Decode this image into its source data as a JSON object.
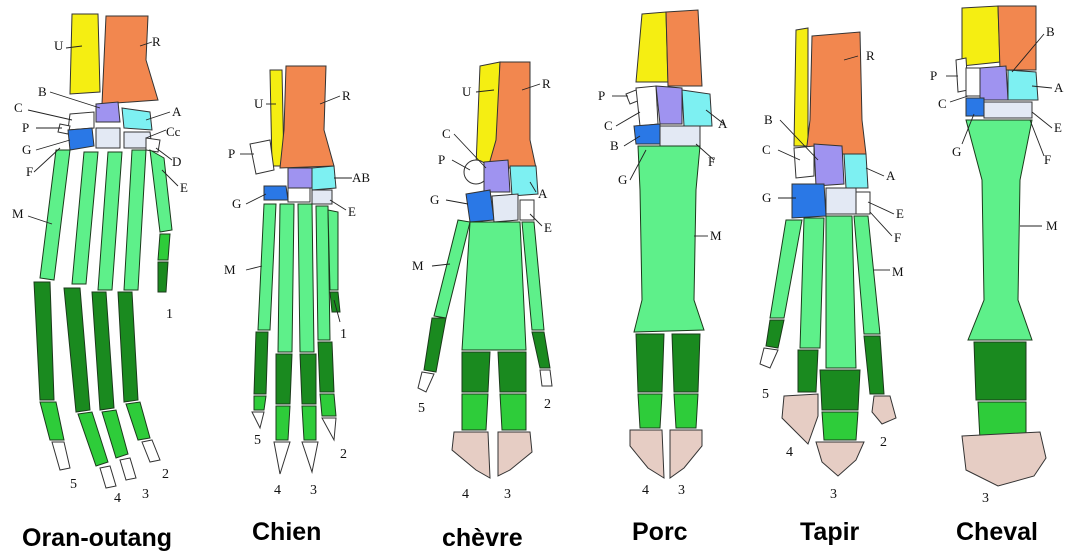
{
  "colors": {
    "ulna": "#f5ee12",
    "radius": "#f2874f",
    "carpal_purple": "#9f93f0",
    "carpal_blue": "#2a78e6",
    "carpal_cyan": "#7df0f2",
    "carpal_light": "#e3e9f4",
    "carpal_white": "#ffffff",
    "metacarpal": "#5ef08a",
    "phalanx_light": "#2ecc3a",
    "phalanx_dark": "#1a8a1f",
    "hoof": "#e6cdc4"
  },
  "panels": [
    {
      "title": "Oran-outang",
      "labels": [
        "U",
        "R",
        "B",
        "C",
        "A",
        "P",
        "Cc",
        "G",
        "D",
        "F",
        "E",
        "M",
        "1"
      ],
      "digits": [
        "5",
        "4",
        "3",
        "2"
      ]
    },
    {
      "title": "Chien",
      "labels": [
        "U",
        "R",
        "P",
        "AB",
        "G",
        "E",
        "M",
        "1"
      ],
      "digits": [
        "5",
        "4",
        "3",
        "2"
      ]
    },
    {
      "title": "chèvre",
      "labels": [
        "U",
        "R",
        "C",
        "P",
        "A",
        "G",
        "E",
        "M"
      ],
      "digits": [
        "5",
        "4",
        "3",
        "2"
      ]
    },
    {
      "title": "Porc",
      "labels": [
        "P",
        "C",
        "A",
        "B",
        "F",
        "G",
        "M"
      ],
      "digits": [
        "4",
        "3"
      ]
    },
    {
      "title": "Tapir",
      "labels": [
        "R",
        "B",
        "C",
        "A",
        "G",
        "E",
        "F",
        "M"
      ],
      "digits": [
        "5",
        "4",
        "3",
        "2"
      ]
    },
    {
      "title": "Cheval",
      "labels": [
        "B",
        "P",
        "A",
        "C",
        "E",
        "G",
        "F",
        "M"
      ],
      "digits": [
        "3"
      ]
    }
  ]
}
